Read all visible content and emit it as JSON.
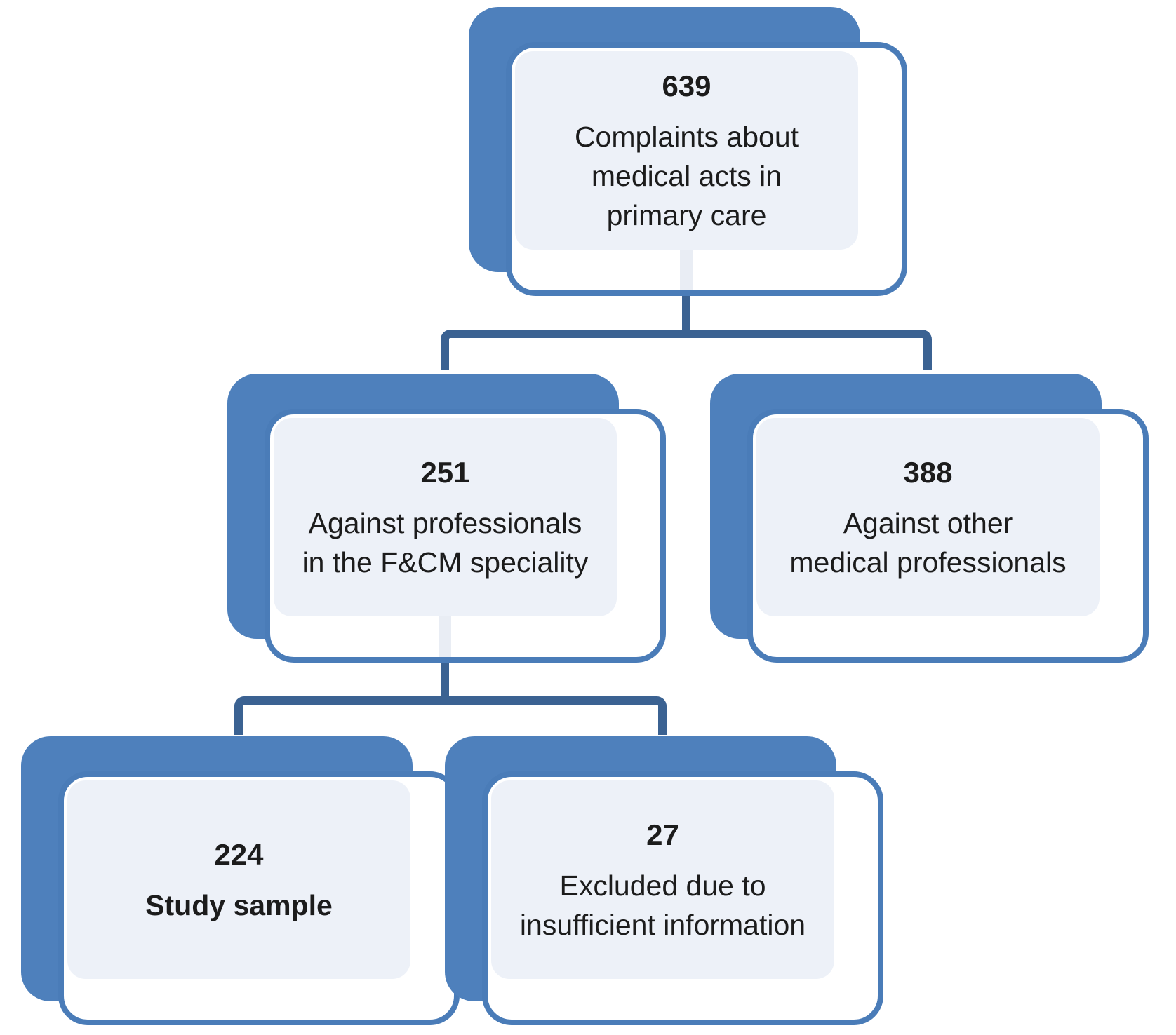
{
  "figure": {
    "type": "flow-diagram",
    "description": "Study inclusion flowchart of complaints about medical acts in primary care"
  },
  "nodes": [
    {
      "id": "total",
      "count": "639",
      "lines": [
        "Complaints about",
        "medical acts in",
        "primary care"
      ]
    },
    {
      "id": "fcm",
      "count": "251",
      "lines": [
        "Against professionals",
        "in the F&CM speciality"
      ]
    },
    {
      "id": "other",
      "count": "388",
      "lines": [
        "Against other",
        "medical professionals"
      ]
    },
    {
      "id": "sample",
      "count": "224",
      "lines": [
        "Study sample"
      ]
    },
    {
      "id": "excluded",
      "count": "27",
      "lines": [
        "Excluded due to",
        "insufficient information"
      ]
    }
  ],
  "edges": [
    {
      "from": "total",
      "to": "fcm"
    },
    {
      "from": "total",
      "to": "other"
    },
    {
      "from": "fcm",
      "to": "sample"
    },
    {
      "from": "fcm",
      "to": "excluded"
    }
  ],
  "colors": {
    "panel-blue": "#4e80bc",
    "border-blue": "#4a7cb8",
    "connector-blue": "#3b6292",
    "fill-lavender": "#edf1f8",
    "stripe-color": "#e9edf4",
    "text-color": "#1c1c1c"
  }
}
